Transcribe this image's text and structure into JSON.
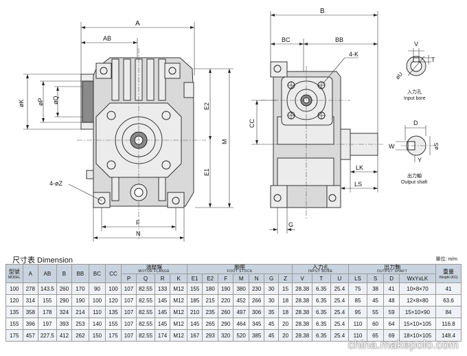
{
  "drawing": {
    "front_labels": {
      "A": "A",
      "AB": "AB",
      "phiK": "øK",
      "phiP": "øP",
      "phiQ": "øQ",
      "E2": "E2",
      "E1": "E1",
      "M": "M",
      "holes": "4-øZ",
      "F": "F",
      "N": "N"
    },
    "side_labels": {
      "B": "B",
      "BC": "BC",
      "BB": "BB",
      "K": "4-K",
      "CC": "CC",
      "LK": "LK",
      "LS": "LS",
      "G": "G"
    },
    "input_bore": {
      "V": "V",
      "T": "T",
      "phiU": "øU",
      "label_cn": "入力孔",
      "label_en": "Input bore"
    },
    "output_shaft": {
      "D": "D",
      "W": "W",
      "phiS": "øS",
      "Y": "Y",
      "label_cn": "出力軸",
      "label_en": "Output shaft"
    }
  },
  "table": {
    "title": "尺寸表  Dimension",
    "unit": "單位: m/m",
    "model_label": "型號",
    "model_label_en": "MODEL",
    "groups": {
      "motor_flange": {
        "cn": "油壓盤",
        "en": "MOTOR FLANGE"
      },
      "foot_stock": {
        "cn": "腳座",
        "en": "FOOT STOCK"
      },
      "input_bore": {
        "cn": "入力孔",
        "en": "INPUT BORE"
      },
      "output_shaft": {
        "cn": "出力軸",
        "en": "OUTPUT SHAFT"
      }
    },
    "weight_label": "重量",
    "weight_label_en": "Weight (KG)",
    "top_cols": [
      "A",
      "AB",
      "B",
      "BB",
      "BC",
      "CC"
    ],
    "motor_cols": [
      "P",
      "Q",
      "R",
      "K"
    ],
    "foot_cols": [
      "E1",
      "E2",
      "F",
      "M",
      "N",
      "G",
      "Z"
    ],
    "input_cols": [
      "V",
      "T",
      "U"
    ],
    "output_cols": [
      "LS",
      "S",
      "D",
      "WxYxLK"
    ],
    "rows": [
      [
        "100",
        "278",
        "143.5",
        "260",
        "170",
        "90",
        "100",
        "107",
        "82.55",
        "133",
        "M12",
        "155",
        "180",
        "190",
        "380",
        "230",
        "30",
        "15",
        "28.38",
        "6.35",
        "25.4",
        "75",
        "38",
        "41",
        "10×8×70",
        "41"
      ],
      [
        "120",
        "314",
        "155",
        "290",
        "190",
        "100",
        "120",
        "107",
        "82.55",
        "145",
        "M12",
        "185",
        "215",
        "220",
        "452",
        "266",
        "30",
        "18",
        "28.38",
        "6.35",
        "25.4",
        "85",
        "45",
        "48",
        "12×8×80",
        "63.6"
      ],
      [
        "135",
        "358",
        "178",
        "324",
        "214",
        "110",
        "135",
        "107",
        "82.55",
        "145",
        "M12",
        "210",
        "235",
        "260",
        "497",
        "306",
        "35",
        "18",
        "28.38",
        "6.35",
        "25.4",
        "95",
        "55",
        "59",
        "15×10×90",
        "84"
      ],
      [
        "155",
        "396",
        "197",
        "393",
        "253",
        "140",
        "155",
        "107",
        "82.55",
        "145",
        "M12",
        "145",
        "265",
        "290",
        "464",
        "345",
        "45",
        "20",
        "28.38",
        "6.35",
        "25.4",
        "110",
        "60",
        "64",
        "15×10×105",
        "116.8"
      ],
      [
        "175",
        "457",
        "227.5",
        "412",
        "262",
        "150",
        "175",
        "107",
        "82.55",
        "174",
        "M12",
        "167",
        "293",
        "320",
        "520",
        "385",
        "45",
        "20",
        "28.38",
        "6.35",
        "25.4",
        "110",
        "65",
        "69",
        "18×10×105",
        "148.4"
      ]
    ]
  },
  "watermark": "china.makepolo.com"
}
